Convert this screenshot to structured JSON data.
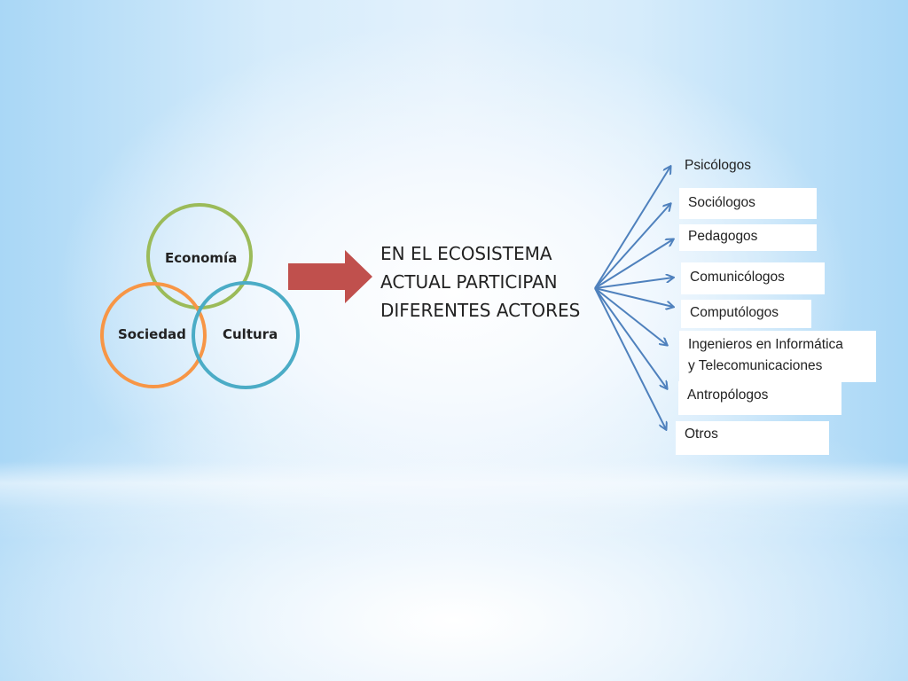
{
  "venn": {
    "circles": [
      {
        "label": "Economía",
        "color": "#9bbb59"
      },
      {
        "label": "Sociedad",
        "color": "#f79646"
      },
      {
        "label": "Cultura",
        "color": "#4bacc6"
      }
    ]
  },
  "arrow_color": "#c0504d",
  "headline": {
    "lines": [
      "EN EL ECOSISTEMA",
      "ACTUAL PARTICIPAN",
      "DIFERENTES ACTORES"
    ]
  },
  "connector_color": "#4f81bd",
  "actors": [
    {
      "label": "Psicólogos"
    },
    {
      "label": "Sociólogos"
    },
    {
      "label": "Pedagogos"
    },
    {
      "label": "Comunicólogos"
    },
    {
      "label": "Computólogos"
    },
    {
      "label": "Ingenieros en Informática y Telecomunicaciones",
      "lines": [
        "Ingenieros en Informática",
        "y Telecomunicaciones"
      ]
    },
    {
      "label": "Antropólogos"
    },
    {
      "label": "Otros"
    }
  ]
}
